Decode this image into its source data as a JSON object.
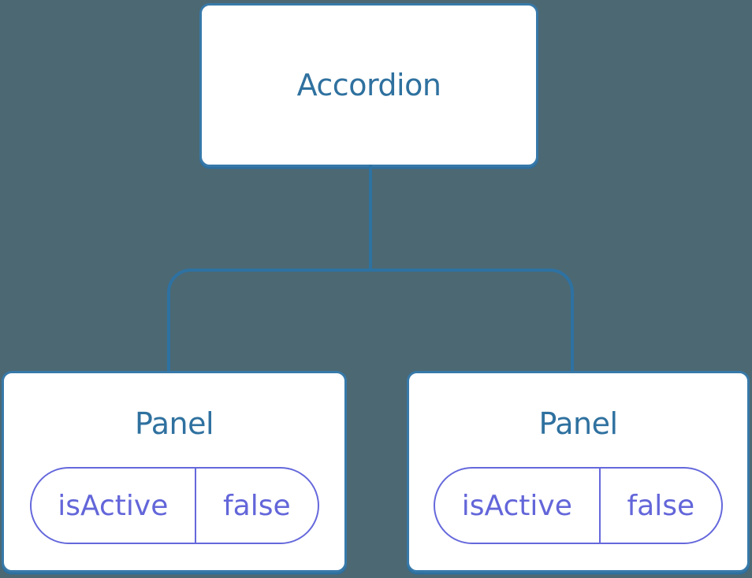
{
  "diagram": {
    "root": {
      "label": "Accordion"
    },
    "children": [
      {
        "label": "Panel",
        "state": {
          "key": "isActive",
          "value": "false"
        }
      },
      {
        "label": "Panel",
        "state": {
          "key": "isActive",
          "value": "false"
        }
      }
    ]
  },
  "colors": {
    "background": "#4C6873",
    "node_fill": "#FFFFFF",
    "node_border": "#3779A9",
    "node_shadow": "#2D6F9F",
    "connector_line": "#2E72A2",
    "node_label_text": "#2F719F",
    "state_pill_border": "#6568DB",
    "state_pill_text": "#6366D9"
  }
}
